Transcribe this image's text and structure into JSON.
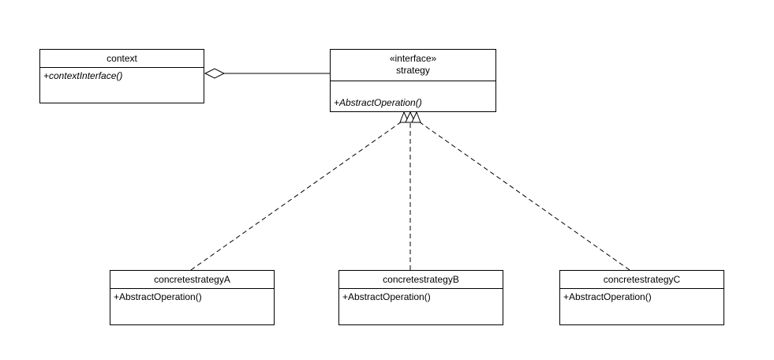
{
  "diagram": {
    "type": "uml-class-diagram",
    "classes": {
      "context": {
        "name": "context",
        "operation": "+contextInterface()"
      },
      "strategy": {
        "stereotype": "«interface»",
        "name": "strategy",
        "operation": "+AbstractOperation()"
      },
      "concrete_a": {
        "name": "concretestrategyA",
        "operation": "+AbstractOperation()"
      },
      "concrete_b": {
        "name": "concretestrategyB",
        "operation": "+AbstractOperation()"
      },
      "concrete_c": {
        "name": "concretestrategyC",
        "operation": "+AbstractOperation()"
      }
    },
    "relationships": [
      {
        "type": "aggregation",
        "from": "strategy",
        "to": "context"
      },
      {
        "type": "realization",
        "from": "concretestrategyA",
        "to": "strategy"
      },
      {
        "type": "realization",
        "from": "concretestrategyB",
        "to": "strategy"
      },
      {
        "type": "realization",
        "from": "concretestrategyC",
        "to": "strategy"
      }
    ],
    "colors": {
      "line": "#000000",
      "background": "#ffffff"
    }
  }
}
